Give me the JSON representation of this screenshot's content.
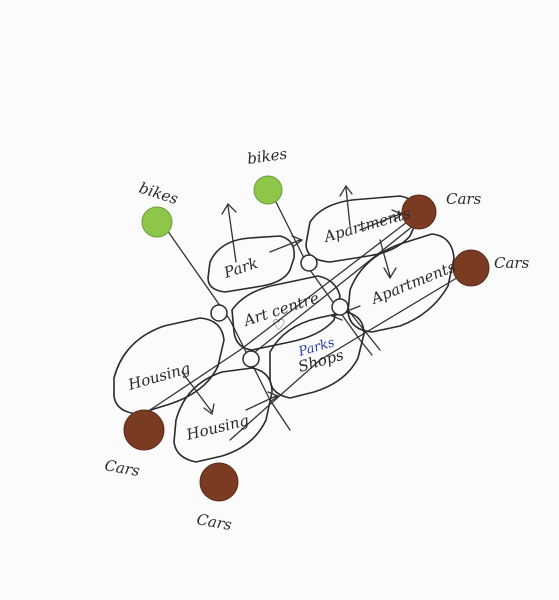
{
  "diagram": {
    "labels": {
      "bikes_left": "bikes",
      "bikes_right": "bikes",
      "cars_top_right": "Cars",
      "cars_right": "Cars",
      "cars_left": "Cars",
      "cars_bottom": "Cars",
      "park": "Park",
      "art_centre": "Art centre",
      "apartments_top": "Apartments",
      "apartments_right": "Apartments",
      "housing_left": "Housing",
      "housing_bottom": "Housing",
      "shops_note": "Parks",
      "shops": "Shops"
    },
    "colors": {
      "bikes_dot": "#8ec64a",
      "cars_dot": "#7a3b22",
      "ink": "#2b2b2b",
      "blue_ink": "#2a3fb3"
    }
  }
}
